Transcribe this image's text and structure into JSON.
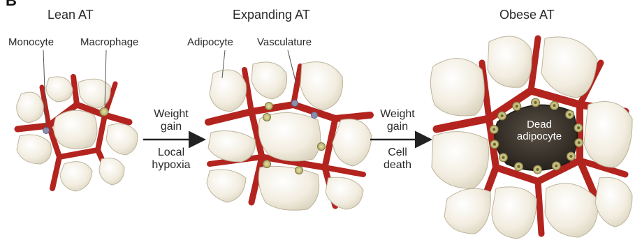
{
  "panel_letter": "B",
  "stages": {
    "lean": {
      "title": "Lean AT"
    },
    "expanding": {
      "title": "Expanding AT"
    },
    "obese": {
      "title": "Obese AT"
    }
  },
  "labels": {
    "monocyte": "Monocyte",
    "macrophage": "Macrophage",
    "adipocyte": "Adipocyte",
    "vasculature": "Vasculature",
    "dead_adipocyte_line1": "Dead",
    "dead_adipocyte_line2": "adipocyte"
  },
  "transitions": [
    {
      "above_line1": "Weight",
      "above_line2": "gain",
      "below_line1": "Local",
      "below_line2": "hypoxia"
    },
    {
      "above_line1": "Weight",
      "above_line2": "gain",
      "below_line1": "Cell",
      "below_line2": "death"
    }
  ],
  "colors": {
    "vessel": "#b3241f",
    "vessel_dark": "#7d1512",
    "adipocyte_fill": "#f2ede0",
    "adipocyte_edge": "#bdb49c",
    "macrophage": "#c9c07a",
    "monocyte": "#8a8fae",
    "dead_cell": "#2e2922"
  }
}
